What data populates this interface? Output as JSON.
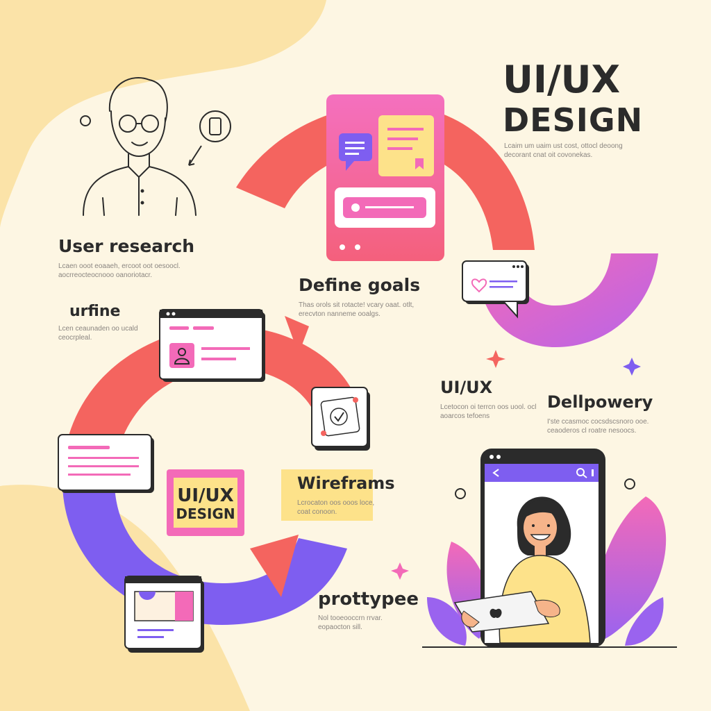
{
  "title": {
    "line1": "UI/UX",
    "line2": "DESIGN",
    "sub1": "Lcaim um uaim ust cost, ottocl deoong",
    "sub2": "decorant cnat oit covonekas."
  },
  "steps": [
    {
      "label": "User research",
      "line1": "Lcaen ooot eoaaeh, ercoot oot oesoocl.",
      "line2": "aocrreocteocnooo oanoriotacr."
    },
    {
      "label": "Define goals",
      "line1": "Thas orols sit rotacte! vcary oaat. otlt,",
      "line2": "erecvton nanneme ooalgs."
    },
    {
      "label": "urfine",
      "line1": "Lcen ceaunaden oo ucald",
      "line2": "ceocrpleal."
    },
    {
      "label": "UI/UX",
      "line1": "Lcetocon oi terrcn oos uool. ocl",
      "line2": "aoarcos tefoens"
    },
    {
      "label": "Dellpowery",
      "line1": "I'ste ccasmoc cocsdscsnoro ooe.",
      "line2": "ceaoderos cl roatre nesoocs."
    },
    {
      "label": "Wireframs",
      "line1": "Lcrocaton oos ooos loce,",
      "line2": "coat conoon."
    },
    {
      "label": "prottypee",
      "line1": "Nol tooeooccrn rrvar.",
      "line2": "eopaocton sill."
    }
  ],
  "badge": {
    "line1": "UI/UX",
    "line2": "DESIGN"
  },
  "colors": {
    "bg": "#fdf6e3",
    "blob": "#fbe3a8",
    "coral": "#f4645f",
    "pink": "#f36ab8",
    "purple": "#7e5ef0",
    "yellow": "#fde28a",
    "dark": "#2b2b2b"
  },
  "icons": [
    "chat-icon",
    "bookmark-icon",
    "heart-icon",
    "user-icon",
    "check-icon",
    "apple-icon",
    "search-icon",
    "back-icon",
    "sparkle-icon",
    "phone-icon"
  ]
}
